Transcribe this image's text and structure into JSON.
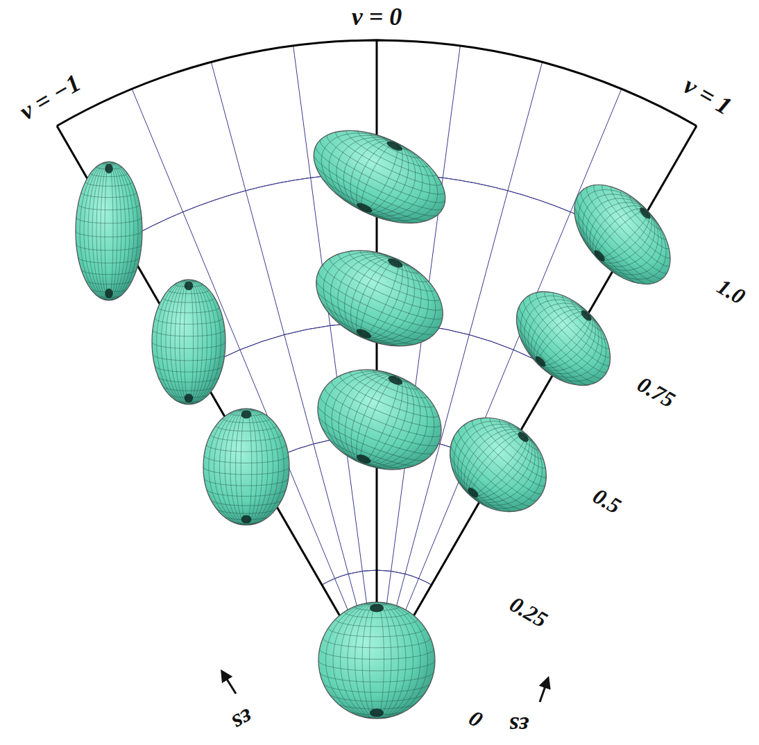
{
  "diagram": {
    "labels": [
      "ν = −1",
      "ν = 0",
      "ν = 1",
      "1.0",
      "0.75",
      "0.5",
      "0.25",
      "0",
      "εs",
      "εs"
    ]
  }
}
